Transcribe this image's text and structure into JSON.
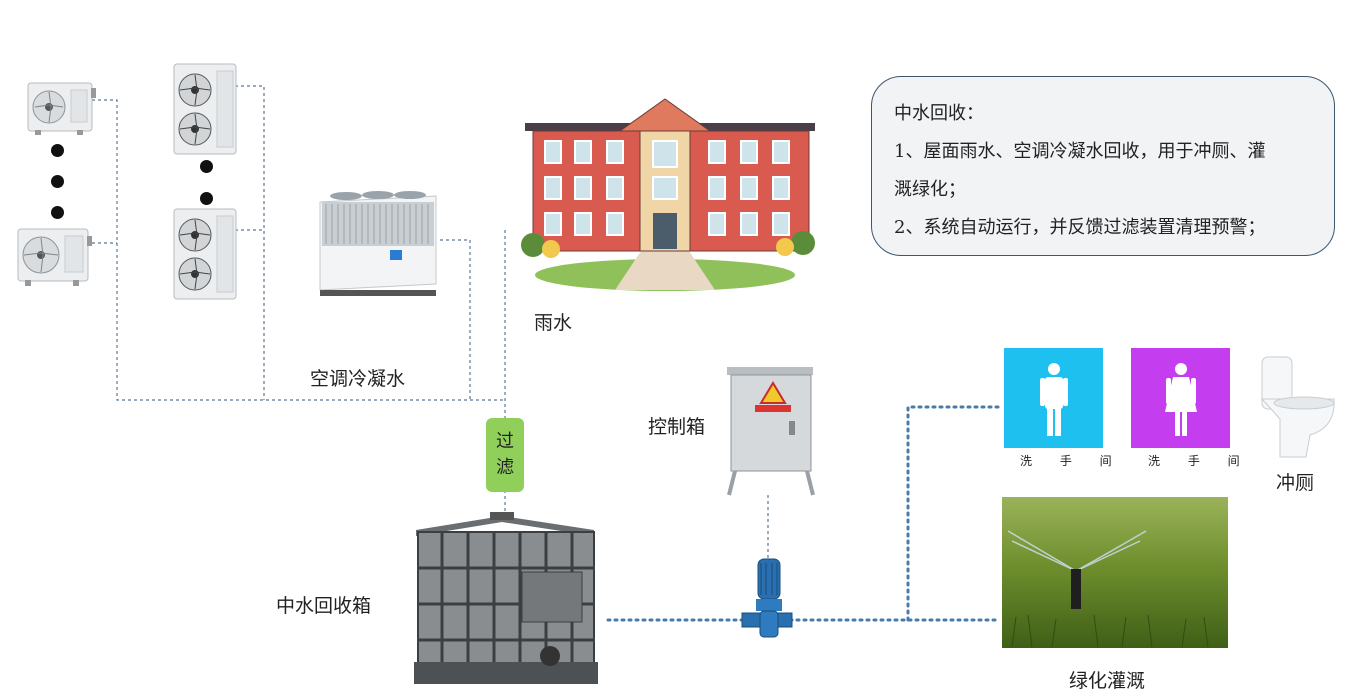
{
  "info_box": {
    "title": "中水回收：",
    "line1a": "1、屋面雨水、空调冷凝水回收，用于冲厕、灌",
    "line1b": "溉绿化；",
    "line2": "2、系统自动运行，并反馈过滤装置清理预警；"
  },
  "labels": {
    "rain": "雨水",
    "ac_condensate": "空调冷凝水",
    "filter_1": "过",
    "filter_2": "滤",
    "control_box": "控制箱",
    "tank": "中水回收箱",
    "flush": "冲厕",
    "irrigation": "绿化灌溉",
    "washroom_men": "洗 手 间",
    "washroom_women": "洗 手 间"
  },
  "colors": {
    "line": "#5a7896",
    "pipe": "#4a7aa8",
    "men_sign": "#1ec0ef",
    "women_sign": "#c43ef0",
    "filter": "#8fcf5a",
    "info_border": "#3d5670"
  }
}
